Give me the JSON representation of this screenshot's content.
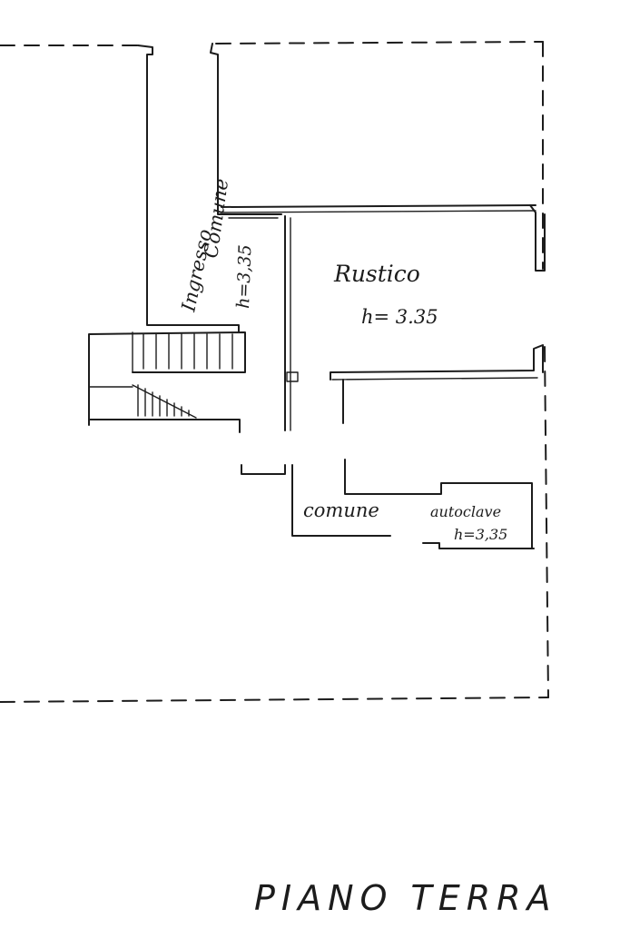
{
  "labels": {
    "ingresso_line1": "Ingresso",
    "ingresso_line2": "Comune",
    "ingresso_height": "h=3,35",
    "rustico_name": "Rustico",
    "rustico_height": "h= 3.35",
    "comune_word": "comune",
    "autoclave_word": "autoclave",
    "autoclave_height": "h=3,35"
  },
  "caption": "PIANO TERRA"
}
